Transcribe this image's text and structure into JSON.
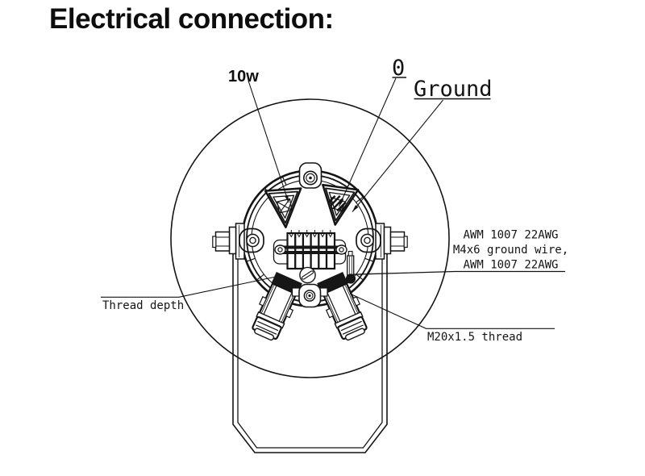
{
  "title": "Electrical connection:",
  "colors": {
    "ink": "#141414",
    "background": "#ffffff"
  },
  "labels": {
    "wattage": "10w",
    "neutral": "0",
    "ground": "Ground",
    "wire_note_line1": "AWM 1007 22AWG",
    "wire_note_line2": "M4x6 ground wire,",
    "wire_note_line3": "AWM 1007 22AWG",
    "thread_depth": "Thread depth",
    "gland_thread": "M20x1.5 thread"
  }
}
